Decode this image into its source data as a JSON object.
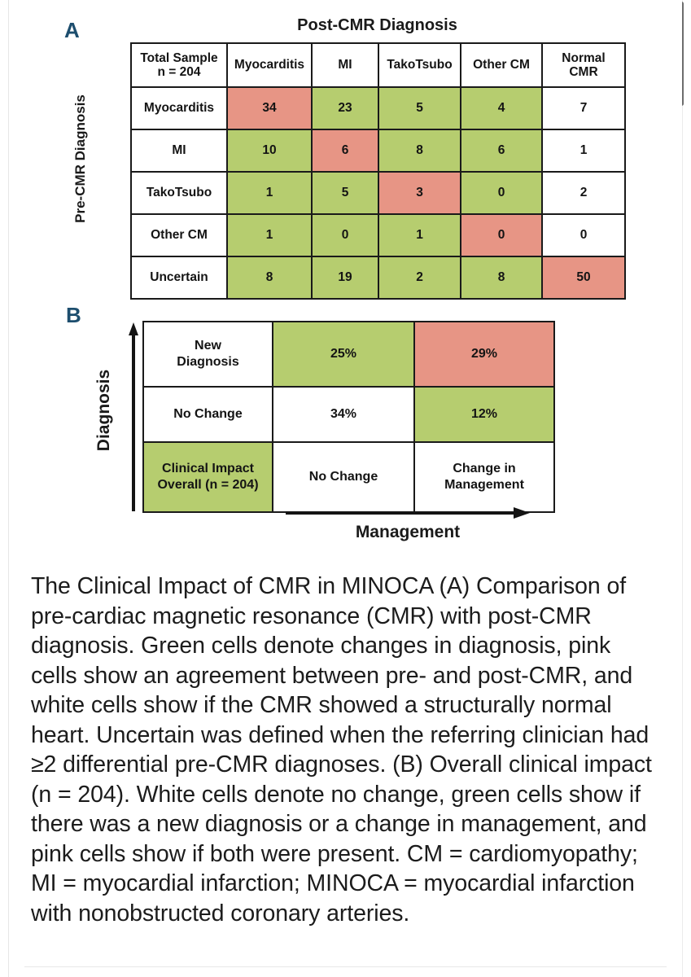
{
  "colors": {
    "green": "#b6cd6f",
    "pink": "#e79585",
    "white": "#ffffff",
    "panel_letter": "#1d4e6e",
    "ink": "#141414"
  },
  "panelA": {
    "letter": "A",
    "title": "Post-CMR Diagnosis",
    "y_axis_label": "Pre-CMR Diagnosis",
    "corner_line1": "Total Sample",
    "corner_line2": "n = 204",
    "columns": [
      "Myocarditis",
      "MI",
      "TakoTsubo",
      "Other CM",
      "Normal CMR"
    ],
    "column_display": [
      {
        "line1": "Myocarditis",
        "line2": ""
      },
      {
        "line1": "MI",
        "line2": ""
      },
      {
        "line1": "TakoTsubo",
        "line2": ""
      },
      {
        "line1": "Other CM",
        "line2": ""
      },
      {
        "line1": "Normal",
        "line2": "CMR"
      }
    ],
    "rows": [
      {
        "label": "Myocarditis",
        "values": [
          "34",
          "23",
          "5",
          "4",
          "7"
        ],
        "fills": [
          "pink",
          "green",
          "green",
          "green",
          "white"
        ]
      },
      {
        "label": "MI",
        "values": [
          "10",
          "6",
          "8",
          "6",
          "1"
        ],
        "fills": [
          "green",
          "pink",
          "green",
          "green",
          "white"
        ]
      },
      {
        "label": "TakoTsubo",
        "values": [
          "1",
          "5",
          "3",
          "0",
          "2"
        ],
        "fills": [
          "green",
          "green",
          "pink",
          "green",
          "white"
        ]
      },
      {
        "label": "Other CM",
        "values": [
          "1",
          "0",
          "1",
          "0",
          "0"
        ],
        "fills": [
          "green",
          "green",
          "green",
          "pink",
          "white"
        ]
      },
      {
        "label": "Uncertain",
        "values": [
          "8",
          "19",
          "2",
          "8",
          "50"
        ],
        "fills": [
          "green",
          "green",
          "green",
          "green",
          "pink"
        ]
      }
    ]
  },
  "panelB": {
    "letter": "B",
    "y_axis_label": "Diagnosis",
    "x_axis_label": "Management",
    "rows": [
      {
        "cells": [
          {
            "line1": "New",
            "line2": "Diagnosis",
            "fill": "white"
          },
          {
            "line1": "25%",
            "line2": "",
            "fill": "green"
          },
          {
            "line1": "29%",
            "line2": "",
            "fill": "pink"
          }
        ]
      },
      {
        "cells": [
          {
            "line1": "No Change",
            "line2": "",
            "fill": "white"
          },
          {
            "line1": "34%",
            "line2": "",
            "fill": "white"
          },
          {
            "line1": "12%",
            "line2": "",
            "fill": "green"
          }
        ]
      },
      {
        "cells": [
          {
            "line1": "Clinical Impact",
            "line2": "Overall (n = 204)",
            "fill": "green"
          },
          {
            "line1": "No Change",
            "line2": "",
            "fill": "white"
          },
          {
            "line1": "Change in",
            "line2": "Management",
            "fill": "white"
          }
        ]
      }
    ]
  },
  "caption": {
    "text": "The Clinical Impact of CMR in MINOCA (A) Comparison of pre-cardiac magnetic resonance (CMR) with post-CMR diagnosis. Green cells denote changes in diagnosis, pink cells show an agreement between pre- and post-CMR, and white cells show if the CMR showed a structurally normal heart. Uncertain was defined when the referring clinician had ≥2 differential pre-CMR diagnoses. (B) Overall clinical impact (n = 204). White cells denote no change, green cells show if there was a new diagnosis or a change in management, and pink cells show if both were present. CM = cardiomyopathy; MI = myocardial infarction; MINOCA = myocardial infarction with nonobstructed coronary arteries."
  },
  "chart_data": {
    "type": "table",
    "title": "The Clinical Impact of CMR in MINOCA",
    "panels": [
      {
        "id": "A",
        "title": "Post-CMR Diagnosis",
        "xlabel": "Post-CMR Diagnosis",
        "ylabel": "Pre-CMR Diagnosis",
        "n": 204,
        "col_headers": [
          "Myocarditis",
          "MI",
          "TakoTsubo",
          "Other CM",
          "Normal CMR"
        ],
        "row_headers": [
          "Myocarditis",
          "MI",
          "TakoTsubo",
          "Other CM",
          "Uncertain"
        ],
        "matrix": [
          [
            34,
            23,
            5,
            4,
            7
          ],
          [
            10,
            6,
            8,
            6,
            1
          ],
          [
            1,
            5,
            3,
            0,
            2
          ],
          [
            1,
            0,
            1,
            0,
            0
          ],
          [
            8,
            19,
            2,
            8,
            50
          ]
        ],
        "cell_fill": [
          [
            "pink",
            "green",
            "green",
            "green",
            "white"
          ],
          [
            "green",
            "pink",
            "green",
            "green",
            "white"
          ],
          [
            "green",
            "green",
            "pink",
            "green",
            "white"
          ],
          [
            "green",
            "green",
            "green",
            "pink",
            "white"
          ],
          [
            "green",
            "green",
            "green",
            "green",
            "pink"
          ]
        ]
      },
      {
        "id": "B",
        "title": "Clinical Impact Overall (n = 204)",
        "xlabel": "Management",
        "ylabel": "Diagnosis",
        "n": 204,
        "col_headers": [
          "No Change",
          "Change in Management"
        ],
        "row_headers": [
          "New Diagnosis",
          "No Change"
        ],
        "matrix": [
          [
            25,
            29
          ],
          [
            34,
            12
          ]
        ],
        "units": "%",
        "cell_fill": [
          [
            "green",
            "pink"
          ],
          [
            "white",
            "green"
          ]
        ]
      }
    ],
    "legend": [
      {
        "color": "#b6cd6f",
        "label": "Green cells denote changes in diagnosis"
      },
      {
        "color": "#e79585",
        "label": "Pink cells show an agreement between pre- and post-CMR"
      },
      {
        "color": "#ffffff",
        "label": "White cells show if the CMR showed a structurally normal heart"
      }
    ]
  }
}
